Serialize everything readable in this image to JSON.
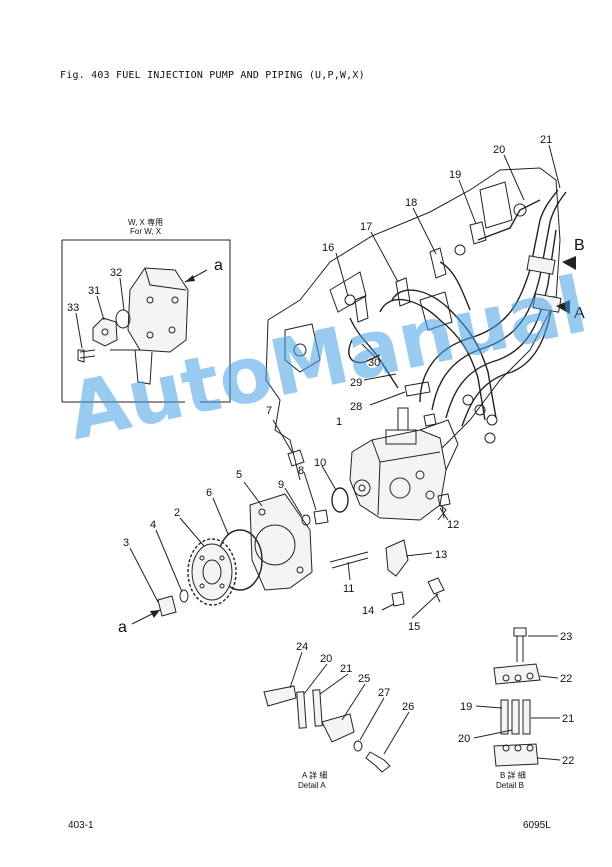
{
  "header": {
    "figure_title": "Fig. 403  FUEL INJECTION PUMP AND PIPING (U,P,W,X)"
  },
  "inset": {
    "caption_line1": "W, X 専用",
    "caption_line2": "For  W, X",
    "arrow_letter": "a"
  },
  "labels": {
    "p1": "1",
    "p2": "2",
    "p3": "3",
    "p4": "4",
    "p5": "5",
    "p6": "6",
    "p7": "7",
    "p8": "8",
    "p9": "9",
    "p10": "10",
    "p11": "11",
    "p12": "12",
    "p13": "13",
    "p14": "14",
    "p15": "15",
    "p16": "16",
    "p17": "17",
    "p18": "18",
    "p19": "19",
    "p20": "20",
    "p21": "21",
    "p28": "28",
    "p29": "29",
    "p30": "30",
    "p31": "31",
    "p32": "32",
    "p33": "33",
    "view_a": "A",
    "view_b": "B",
    "arrow_a": "a"
  },
  "detail_a": {
    "labels": {
      "p24": "24",
      "p20": "20",
      "p21": "21",
      "p25": "25",
      "p27": "27",
      "p26": "26"
    },
    "caption_line1": "A  詳 細",
    "caption_line2": "Detail A"
  },
  "detail_b": {
    "labels": {
      "p23": "23",
      "p22_top": "22",
      "p19": "19",
      "p21": "21",
      "p20": "20",
      "p22_bottom": "22"
    },
    "caption_line1": "B  詳 細",
    "caption_line2": "Detail B"
  },
  "footer": {
    "page_ref": "403-1",
    "drawing_no": "6095L"
  },
  "watermark": {
    "text": "AutoManual"
  }
}
